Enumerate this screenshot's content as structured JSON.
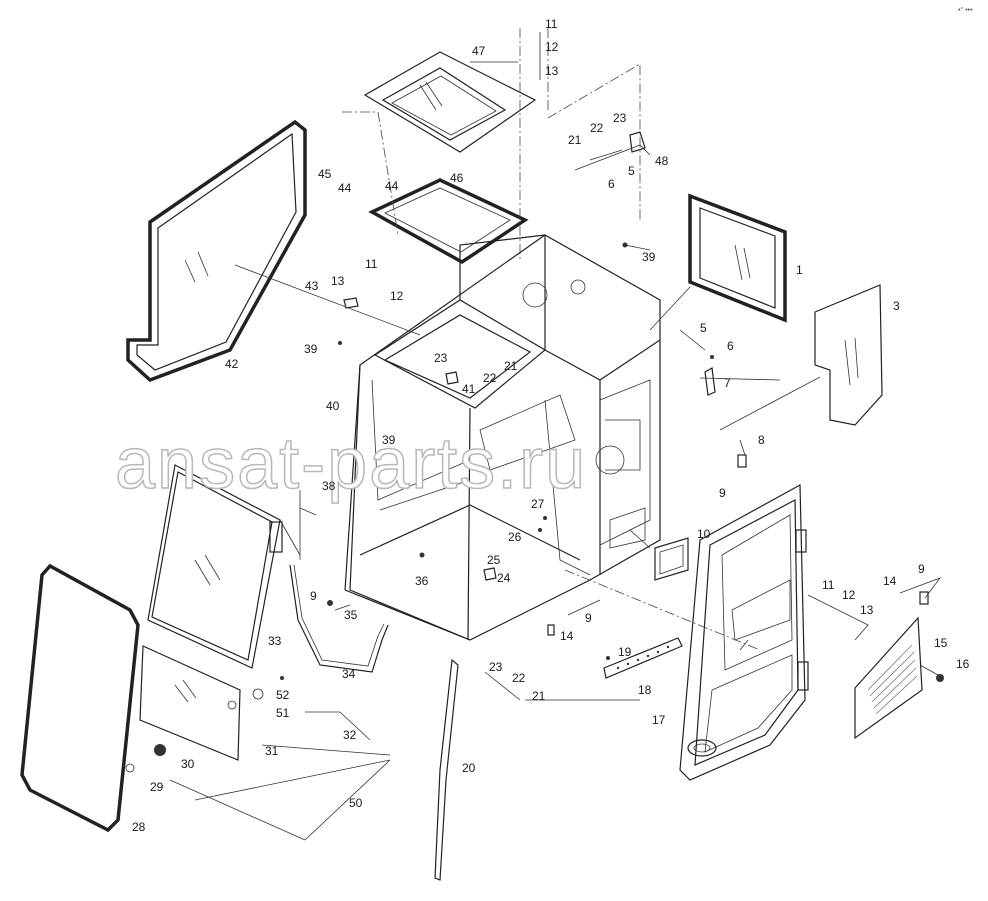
{
  "watermark": "ansat-parts.ru",
  "corner_mark": "•° •••",
  "labels": [
    {
      "id": "l11a",
      "text": "11"
    },
    {
      "id": "l12a",
      "text": "12"
    },
    {
      "id": "l13a",
      "text": "13"
    },
    {
      "id": "l47",
      "text": "47"
    },
    {
      "id": "l21a",
      "text": "21"
    },
    {
      "id": "l22a",
      "text": "22"
    },
    {
      "id": "l23a",
      "text": "23"
    },
    {
      "id": "l48",
      "text": "48"
    },
    {
      "id": "l5a",
      "text": "5"
    },
    {
      "id": "l6a",
      "text": "6"
    },
    {
      "id": "l45",
      "text": "45"
    },
    {
      "id": "l44a",
      "text": "44"
    },
    {
      "id": "l44b",
      "text": "44"
    },
    {
      "id": "l46",
      "text": "46"
    },
    {
      "id": "l39a",
      "text": "39"
    },
    {
      "id": "l1",
      "text": "1"
    },
    {
      "id": "l3",
      "text": "3"
    },
    {
      "id": "l11b",
      "text": "11"
    },
    {
      "id": "l13b",
      "text": "13"
    },
    {
      "id": "l12b",
      "text": "12"
    },
    {
      "id": "l43",
      "text": "43"
    },
    {
      "id": "l42",
      "text": "42"
    },
    {
      "id": "l5b",
      "text": "5"
    },
    {
      "id": "l6b",
      "text": "6"
    },
    {
      "id": "l39b",
      "text": "39"
    },
    {
      "id": "l23b",
      "text": "23"
    },
    {
      "id": "l21b",
      "text": "21"
    },
    {
      "id": "l22b",
      "text": "22"
    },
    {
      "id": "l41",
      "text": "41"
    },
    {
      "id": "l7",
      "text": "7"
    },
    {
      "id": "l40",
      "text": "40"
    },
    {
      "id": "l39c",
      "text": "39"
    },
    {
      "id": "l8",
      "text": "8"
    },
    {
      "id": "l9a",
      "text": "9"
    },
    {
      "id": "l38",
      "text": "38"
    },
    {
      "id": "l27",
      "text": "27"
    },
    {
      "id": "l26",
      "text": "26"
    },
    {
      "id": "l10",
      "text": "10"
    },
    {
      "id": "l25",
      "text": "25"
    },
    {
      "id": "l24",
      "text": "24"
    },
    {
      "id": "l36",
      "text": "36"
    },
    {
      "id": "l9b",
      "text": "9"
    },
    {
      "id": "l35",
      "text": "35"
    },
    {
      "id": "l11c",
      "text": "11"
    },
    {
      "id": "l12c",
      "text": "12"
    },
    {
      "id": "l13c",
      "text": "13"
    },
    {
      "id": "l14a",
      "text": "14"
    },
    {
      "id": "l9c",
      "text": "9"
    },
    {
      "id": "l9d",
      "text": "9"
    },
    {
      "id": "l14b",
      "text": "14"
    },
    {
      "id": "l15",
      "text": "15"
    },
    {
      "id": "l16",
      "text": "16"
    },
    {
      "id": "l33",
      "text": "33"
    },
    {
      "id": "l34",
      "text": "34"
    },
    {
      "id": "l19",
      "text": "19"
    },
    {
      "id": "l23c",
      "text": "23"
    },
    {
      "id": "l22c",
      "text": "22"
    },
    {
      "id": "l18",
      "text": "18"
    },
    {
      "id": "l52",
      "text": "52"
    },
    {
      "id": "l21c",
      "text": "21"
    },
    {
      "id": "l51",
      "text": "51"
    },
    {
      "id": "l17",
      "text": "17"
    },
    {
      "id": "l32",
      "text": "32"
    },
    {
      "id": "l31",
      "text": "31"
    },
    {
      "id": "l30",
      "text": "30"
    },
    {
      "id": "l20",
      "text": "20"
    },
    {
      "id": "l29",
      "text": "29"
    },
    {
      "id": "l50",
      "text": "50"
    },
    {
      "id": "l28",
      "text": "28"
    }
  ]
}
